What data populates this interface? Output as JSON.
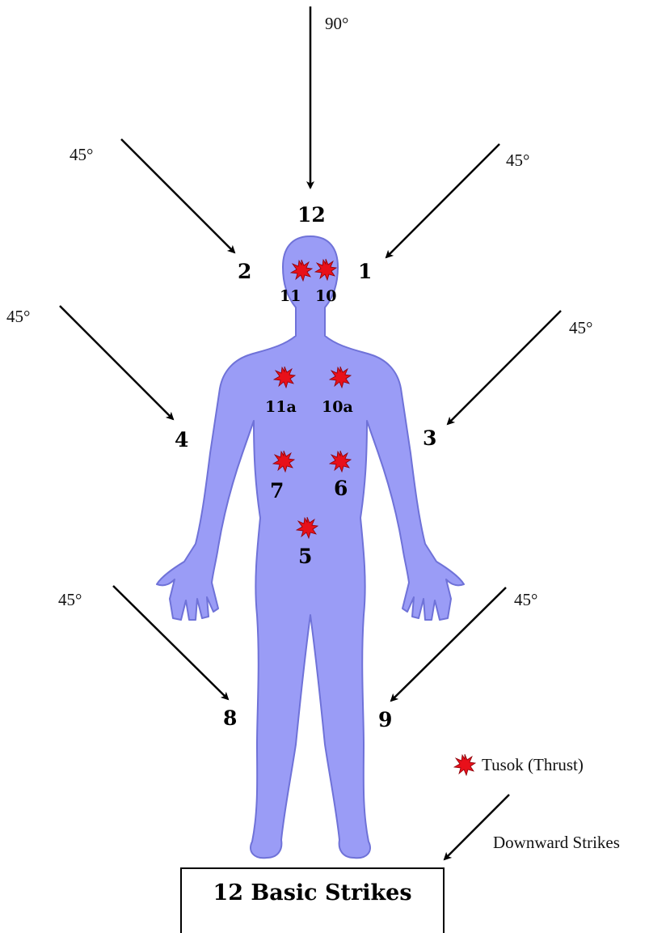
{
  "title": "12 Basic Strikes",
  "angles": {
    "top": "90°",
    "upper_left": "45°",
    "upper_right": "45°",
    "mid_left": "45°",
    "mid_right": "45°",
    "lower_left": "45°",
    "lower_right": "45°"
  },
  "strike_labels": {
    "s12": "12",
    "s1": "1",
    "s2": "2",
    "s3": "3",
    "s4": "4",
    "s8": "8",
    "s9": "9"
  },
  "thrust_labels": {
    "t11": "11",
    "t10": "10",
    "t11a": "11a",
    "t10a": "10a",
    "t7": "7",
    "t6": "6",
    "t5": "5"
  },
  "legend": {
    "thrust": "Tusok (Thrust)",
    "strike": "Downward Strikes"
  },
  "colors": {
    "body": "#9a9cf6",
    "body_outline": "#6f72d8",
    "star": "#e8101a",
    "arrow": "#000000"
  },
  "icons": {
    "thrust_marker": "red-starburst-icon",
    "strike_marker": "black-arrow-icon"
  }
}
